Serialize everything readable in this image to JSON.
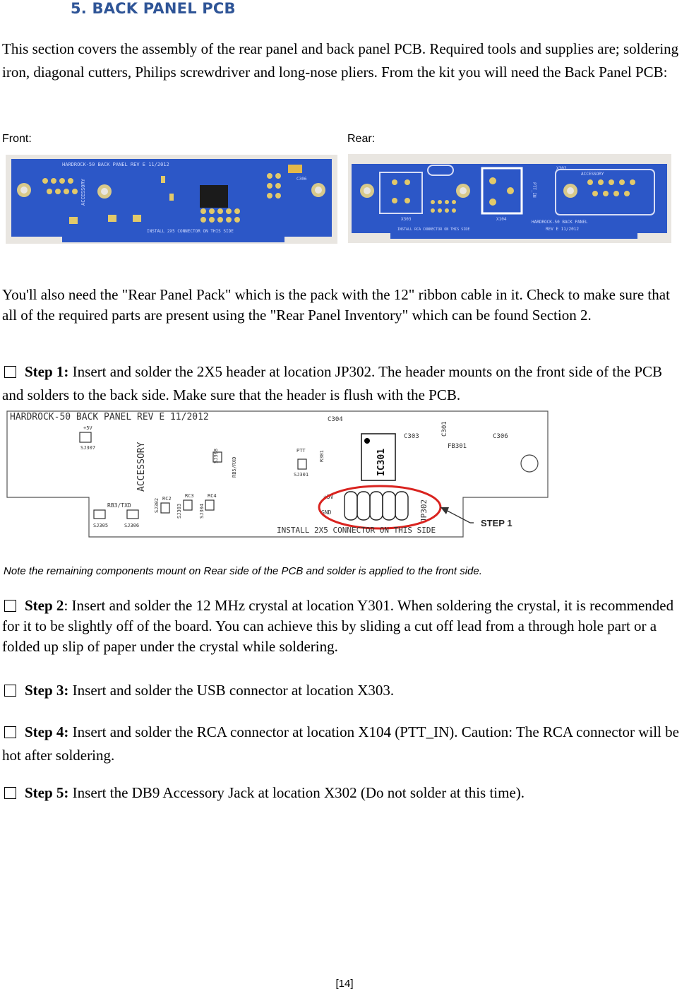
{
  "heading": "5.  BACK PANEL PCB",
  "intro": "This section covers the assembly of the rear panel and back panel PCB. Required tools and supplies are; soldering iron, diagonal cutters, Philips screwdriver and long-nose pliers. From the kit you will need the Back Panel PCB:",
  "front_label": "Front:",
  "rear_label": "Rear:",
  "front_pcb": {
    "title": "HARDROCK-50 BACK PANEL  REV E  11/2012",
    "accessory": "ACCESSORY",
    "bottom": "INSTALL 2X5 CONNECTOR ON THIS SIDE",
    "c306": "C306"
  },
  "rear_pcb": {
    "accessory": "ACCESSORY",
    "x302": "X302",
    "x303": "X303",
    "x104": "X104",
    "ptt_in": "PTT_IN",
    "title1": "HARDROCK-50 BACK PANEL",
    "title2": "REV E  11/2012",
    "bottom": "INSTALL RCA CONNECTOR ON THIS SIDE"
  },
  "pack_text": "You'll also need the \"Rear Panel Pack\" which is the pack with the 12\" ribbon cable in it. Check to make sure that all of the required parts are present using the \"Rear Panel Inventory\" which can be found Section 2.",
  "steps": [
    {
      "label": "Step 1:",
      "text": " Insert and solder the 2X5 header at location JP302. The header mounts on the front side of the PCB and solders to the back side. Make sure that the header is flush with the PCB."
    },
    {
      "label": "Step 2",
      "text": ": Insert and solder the 12 MHz crystal at location Y301.  When soldering the crystal, it is recommended for it to be slightly off of the board.  You can achieve this by sliding a cut off lead from a through hole part or a folded up slip of paper under the crystal while soldering."
    },
    {
      "label": "Step 3:",
      "text": " Insert and solder the USB connector at location X303."
    },
    {
      "label": "Step 4:",
      "text": " Insert and solder the RCA connector at location X104 (PTT_IN). Caution: The RCA connector will be hot after soldering."
    },
    {
      "label": "Step 5:",
      "text": " Insert the DB9 Accessory Jack at location X302 (Do not solder at this time)."
    }
  ],
  "diagram": {
    "title": "HARDROCK-50 BACK PANEL  REV E  11/2012",
    "accessory": "ACCESSORY",
    "sj307": "SJ307",
    "plus5v": "+5V",
    "sj308": "SJ308",
    "rb5": "RB5/RXD",
    "ptt": "PTT",
    "sj301": "SJ301",
    "r301": "R301",
    "c304": "C304",
    "c303": "C303",
    "c301": "C301",
    "fb301": "FB301",
    "c306": "C306",
    "ic301": "IC301",
    "plus5v_b": "+5V",
    "gnd": "GND",
    "jp302": "JP302",
    "rb3": "RB3/TXD",
    "sj305": "SJ305",
    "sj306": "SJ306",
    "sj302": "SJ302",
    "rc2": "RC2",
    "sj303": "SJ303",
    "rc3": "RC3",
    "sj304": "SJ304",
    "rc4": "RC4",
    "bottom": "INSTALL 2X5 CONNECTOR ON THIS SIDE",
    "step1": "STEP 1"
  },
  "note": "Note the remaining components mount on Rear side of the PCB and solder is applied to the front side.",
  "page_number": "[14]"
}
